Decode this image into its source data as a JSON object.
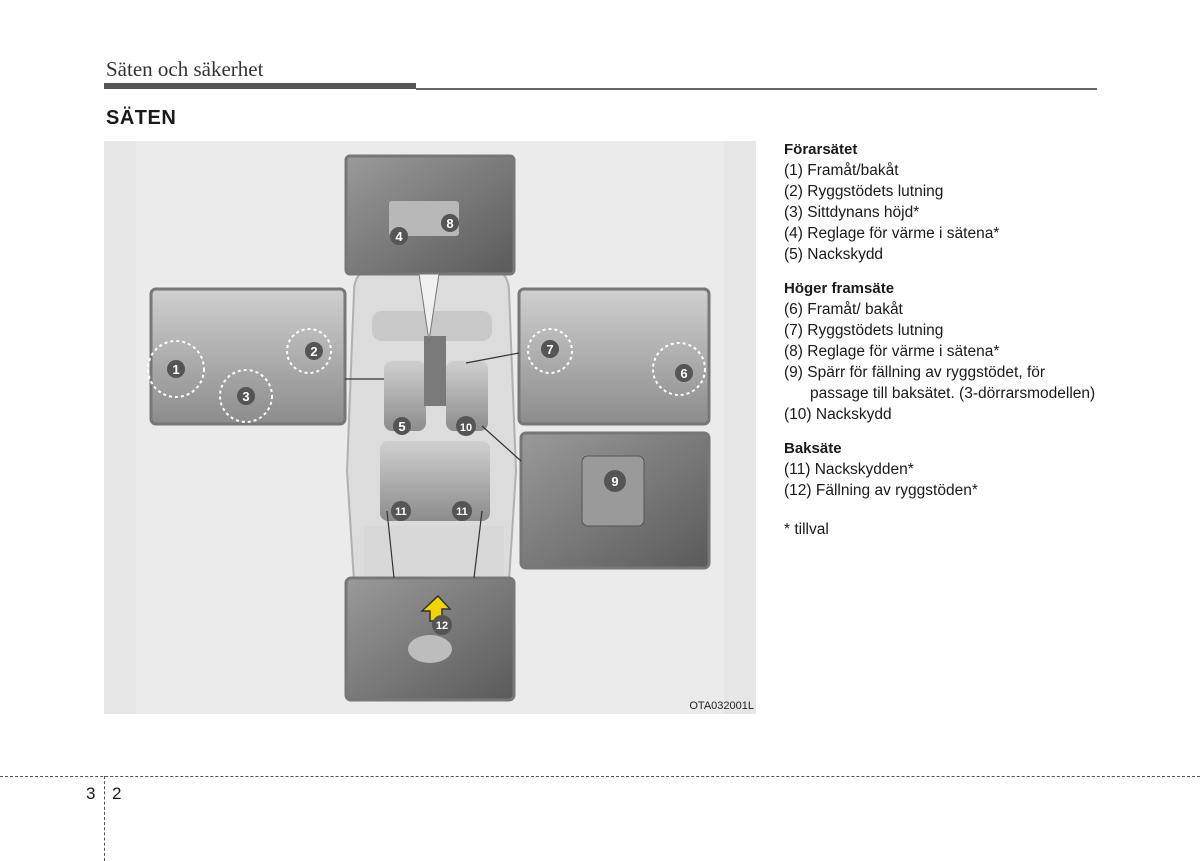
{
  "header": {
    "chapter_title": "Säten och säkerhet"
  },
  "section": {
    "title": "SÄTEN"
  },
  "figure": {
    "code": "OTA032001L",
    "callouts": [
      "1",
      "2",
      "3",
      "4",
      "5",
      "6",
      "7",
      "8",
      "9",
      "10",
      "11",
      "11",
      "12"
    ]
  },
  "groups": [
    {
      "title": "Förarsätet",
      "items": [
        "(1) Framåt/bakåt",
        "(2) Ryggstödets lutning",
        "(3) Sittdynans höjd*",
        "(4) Reglage för värme i sätena*",
        "(5) Nackskydd"
      ]
    },
    {
      "title": "Höger framsäte",
      "items": [
        "(6) Framåt/ bakåt",
        "(7) Ryggstödets lutning",
        "(8) Reglage för värme i sätena*"
      ],
      "item9_first": "(9) Spärr för fällning av ryggstödet, för",
      "item9_cont": "passage till baksätet. (3-dörrarsmodellen)",
      "item10": "(10) Nackskydd"
    },
    {
      "title": "Baksäte",
      "items": [
        "(11) Nackskydden*",
        "(12) Fällning av ryggstöden*"
      ]
    }
  ],
  "footnote": "* tillval",
  "footer": {
    "chapter": "3",
    "page": "2"
  }
}
